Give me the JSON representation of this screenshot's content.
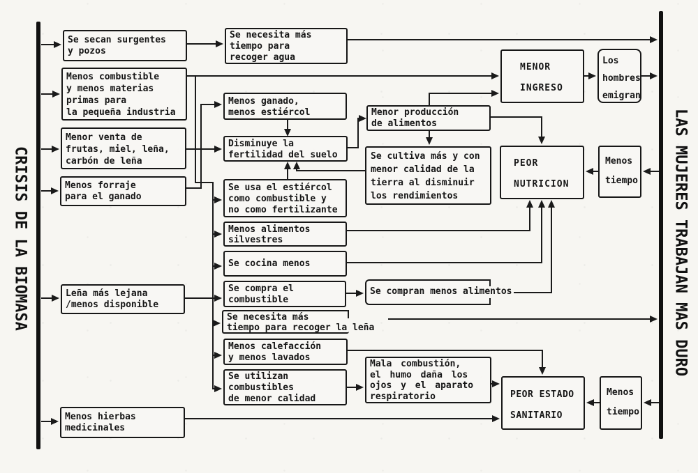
{
  "bars": {
    "left_label": "CRISIS DE LA BIOMASA",
    "right_label": "LAS MUJERES TRABAJAN MAS DURO"
  },
  "boxes": {
    "secan": "Se secan surgentes\ny pozos",
    "combustible": "Menos combustible\ny menos materias\nprimas para\nla pequeña industria",
    "venta": "Menor venta de\nfrutas, miel, leña,\ncarbón de leña",
    "forraje": "Menos forraje\npara el ganado",
    "lena": "Leña más lejana\n/menos disponible",
    "hierbas": "Menos hierbas\nmedicinales",
    "agua": "Se necesita más\ntiempo para\nrecoger agua",
    "ganado": "Menos ganado,\nmenos estiércol",
    "fertilidad": "Disminuye la\nfertilidad del suelo",
    "estiercol": "Se usa el estiércol\ncomo combustible y\nno como fertilizante",
    "silvestres": "Menos alimentos\nsilvestres",
    "cocina": "Se cocina menos",
    "compra": "Se compra el\ncombustible",
    "recoger_lena": "Se necesita más\ntiempo para recoger la leña",
    "calefaccion": "Menos calefacción\ny menos lavados",
    "utilizan": "Se utilizan\ncombustibles\nde menor calidad",
    "produccion": "Menor producción\nde alimentos",
    "cultiva": "Se cultiva más y con\nmenor calidad de la\ntierra al disminuir\nlos rendimientos",
    "compran_menos": "Se compran menos alimentos",
    "mala_combustion": "Mala combustión,\nel humo daña los\nojos y el aparato\nrespiratorio",
    "menor_ingreso": "MENOR\nINGRESO",
    "peor_nutricion": "PEOR\nNUTRICION",
    "peor_estado": "PEOR ESTADO\nSANITARIO",
    "hombres": "Los\nhombres\nemigran",
    "menos_tiempo_1": "Menos\ntiempo",
    "menos_tiempo_2": "Menos\ntiempo"
  }
}
